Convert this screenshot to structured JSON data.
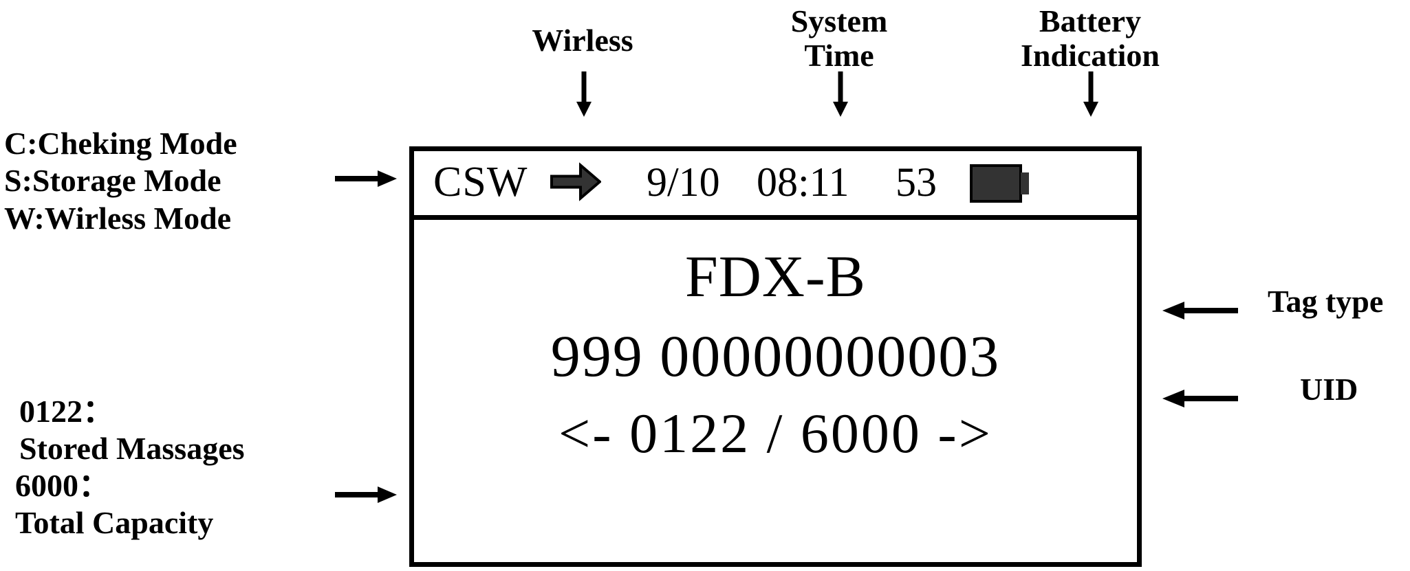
{
  "annotations": {
    "wireless": "Wirless",
    "system_time_line1": "System",
    "system_time_line2": "Time",
    "battery_line1": "Battery",
    "battery_line2": "Indication",
    "mode_line1": "C:Cheking Mode",
    "mode_line2": "S:Storage Mode",
    "mode_line3": "W:Wirless Mode",
    "stored_value": "0122：",
    "stored_label": "Stored Massages",
    "capacity_value": "6000：",
    "capacity_label": "Total Capacity",
    "tag_type": "Tag type",
    "uid": "UID"
  },
  "lcd": {
    "status_bar": {
      "mode_flags": "CSW",
      "wireless_icon": "right-arrow-icon",
      "date": "9/10",
      "time": "08:11",
      "count": "53",
      "battery_icon": "battery-full-icon"
    },
    "tag_type": "FDX-B",
    "uid": "999 00000000003",
    "nav": "<-  0122  /  6000  ->"
  },
  "colors": {
    "ink": "#000000",
    "icon_fill": "#333333",
    "background": "#ffffff"
  }
}
